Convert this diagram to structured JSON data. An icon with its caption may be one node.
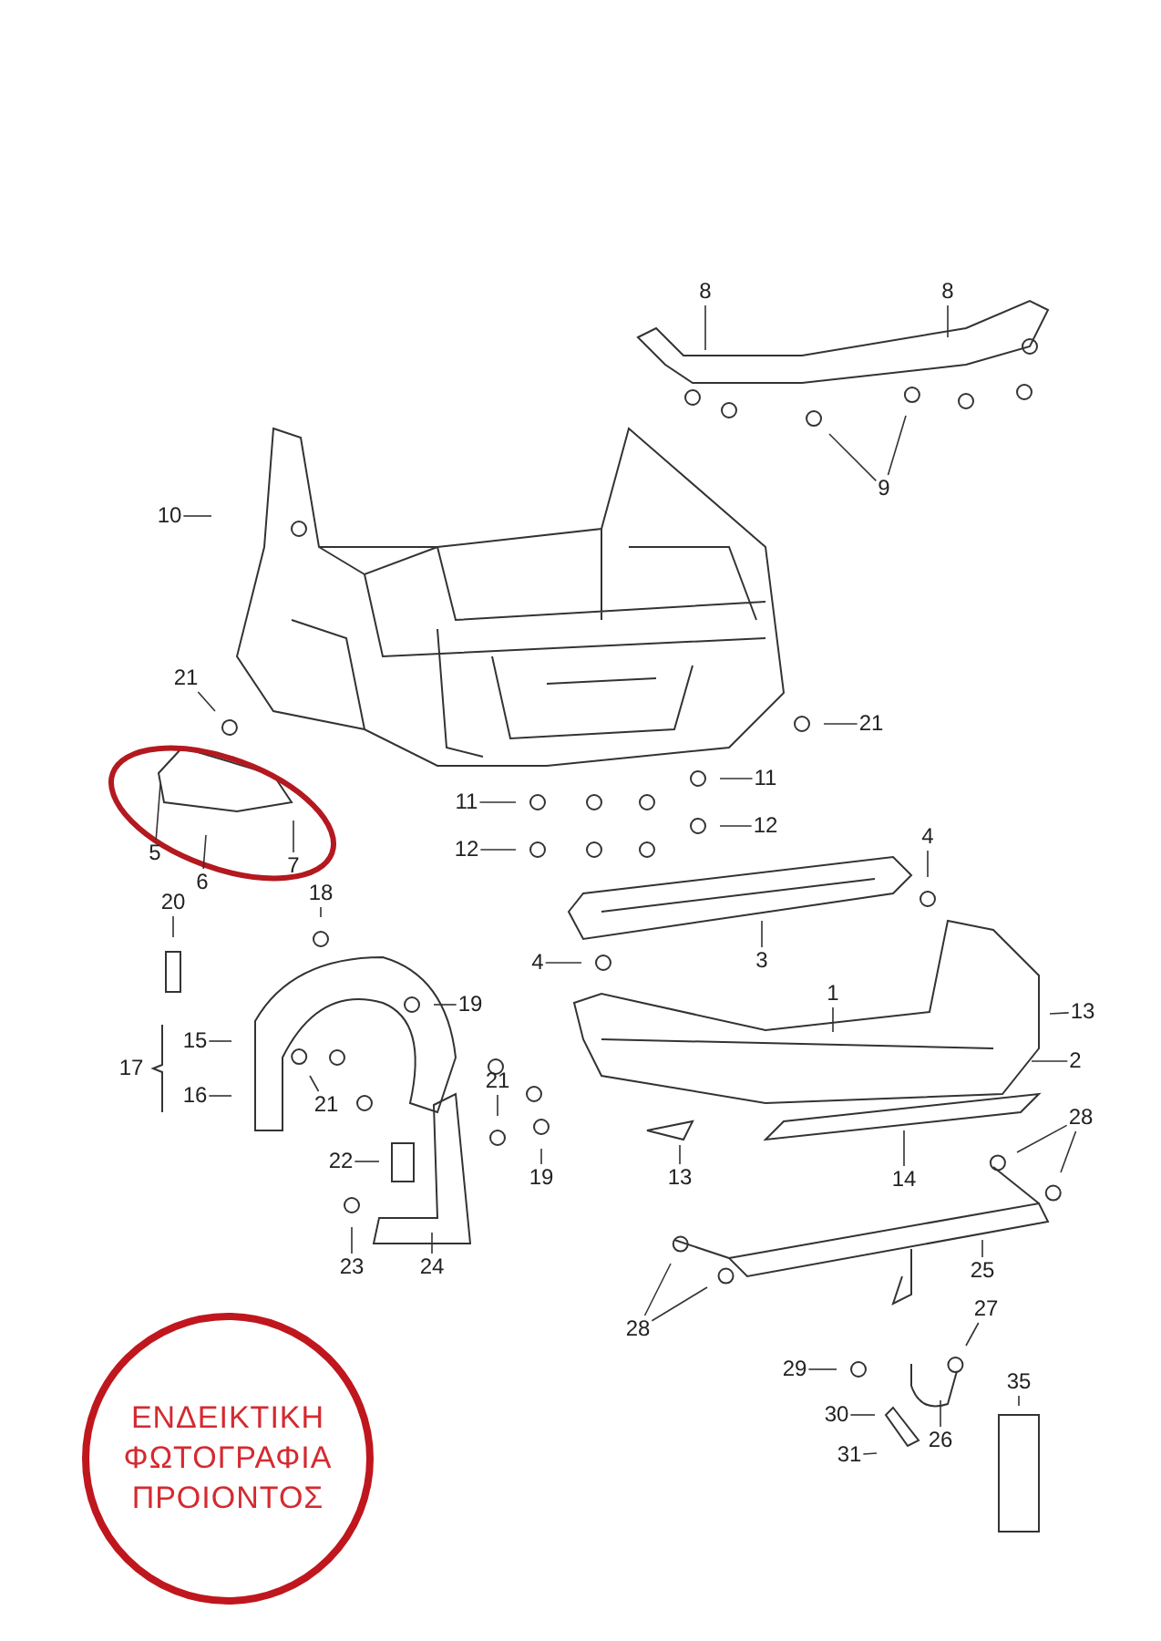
{
  "diagram": {
    "nodes": [
      {
        "text": [
          "8"
        ]
      },
      {
        "text": [
          "8"
        ]
      },
      {
        "text": [
          "9"
        ]
      },
      {
        "text": [
          "10"
        ]
      },
      {
        "text": [
          "21"
        ]
      },
      {
        "text": [
          "21"
        ]
      },
      {
        "text": [
          "11"
        ]
      },
      {
        "text": [
          "11"
        ]
      },
      {
        "text": [
          "12"
        ]
      },
      {
        "text": [
          "12"
        ]
      },
      {
        "text": [
          "4"
        ]
      },
      {
        "text": [
          "5"
        ]
      },
      {
        "text": [
          "6"
        ]
      },
      {
        "text": [
          "7"
        ]
      },
      {
        "text": [
          "18"
        ]
      },
      {
        "text": [
          "20"
        ]
      },
      {
        "text": [
          "4"
        ]
      },
      {
        "text": [
          "3"
        ]
      },
      {
        "text": [
          "1"
        ]
      },
      {
        "text": [
          "19"
        ]
      },
      {
        "text": [
          "13"
        ]
      },
      {
        "text": [
          "15"
        ]
      },
      {
        "text": [
          "2"
        ]
      },
      {
        "text": [
          "16"
        ]
      },
      {
        "text": [
          "21"
        ]
      },
      {
        "text": [
          "21"
        ]
      },
      {
        "text": [
          "28"
        ]
      },
      {
        "text": [
          "22"
        ]
      },
      {
        "text": [
          "13"
        ]
      },
      {
        "text": [
          "14"
        ]
      },
      {
        "text": [
          "19"
        ]
      },
      {
        "text": [
          "23"
        ]
      },
      {
        "text": [
          "24"
        ]
      },
      {
        "text": [
          "25"
        ]
      },
      {
        "text": [
          "28"
        ]
      },
      {
        "text": [
          "27"
        ]
      },
      {
        "text": [
          "29"
        ]
      },
      {
        "text": [
          "35"
        ]
      },
      {
        "text": [
          "30"
        ]
      },
      {
        "text": [
          "26"
        ]
      },
      {
        "text": [
          "31"
        ]
      },
      {
        "text": [
          "ΕΝΔΕΙΚΤΙΚΗ ΦΩΤΟΓΡΑΦΙΑ ΠΡΟΙΟΝΤΟΣ"
        ]
      }
    ],
    "edges": [
      {
        "from": 0,
        "to": null,
        "arrow": "none"
      },
      {
        "from": 1,
        "to": null,
        "arrow": "none"
      },
      {
        "from": 2,
        "to": null,
        "arrow": "none"
      },
      {
        "from": 2,
        "to": null,
        "arrow": "none"
      },
      {
        "from": 3,
        "to": null,
        "arrow": "none"
      },
      {
        "from": 4,
        "to": null,
        "arrow": "none"
      },
      {
        "from": 5,
        "to": null,
        "arrow": "none"
      },
      {
        "from": 6,
        "to": null,
        "arrow": "none"
      },
      {
        "from": 7,
        "to": null,
        "arrow": "none"
      },
      {
        "from": 8,
        "to": null,
        "arrow": "none"
      },
      {
        "from": 9,
        "to": null,
        "arrow": "none"
      },
      {
        "from": 10,
        "to": null,
        "arrow": "none"
      },
      {
        "from": 11,
        "to": null,
        "arrow": "none"
      },
      {
        "from": 12,
        "to": null,
        "arrow": "none"
      },
      {
        "from": 13,
        "to": null,
        "arrow": "none"
      },
      {
        "from": 14,
        "to": null,
        "arrow": "none"
      },
      {
        "from": 15,
        "to": null,
        "arrow": "none"
      },
      {
        "from": 16,
        "to": null,
        "arrow": "none"
      },
      {
        "from": 17,
        "to": null,
        "arrow": "none"
      },
      {
        "from": 18,
        "to": null,
        "arrow": "none"
      },
      {
        "from": 19,
        "to": null,
        "arrow": "none"
      },
      {
        "from": 20,
        "to": null,
        "arrow": "none"
      },
      {
        "from": 21,
        "to": null,
        "arrow": "none"
      },
      {
        "from": 22,
        "to": null,
        "arrow": "none"
      },
      {
        "from": 23,
        "to": null,
        "arrow": "none"
      },
      {
        "from": 24,
        "to": null,
        "arrow": "none"
      },
      {
        "from": 25,
        "to": null,
        "arrow": "none"
      },
      {
        "from": 26,
        "to": null,
        "arrow": "none"
      },
      {
        "from": 26,
        "to": null,
        "arrow": "none"
      },
      {
        "from": 27,
        "to": null,
        "arrow": "none"
      },
      {
        "from": 28,
        "to": null,
        "arrow": "none"
      },
      {
        "from": 29,
        "to": null,
        "arrow": "none"
      },
      {
        "from": 30,
        "to": null,
        "arrow": "none"
      },
      {
        "from": 31,
        "to": null,
        "arrow": "none"
      },
      {
        "from": 32,
        "to": null,
        "arrow": "none"
      },
      {
        "from": 33,
        "to": null,
        "arrow": "none"
      },
      {
        "from": 34,
        "to": null,
        "arrow": "none"
      },
      {
        "from": 34,
        "to": null,
        "arrow": "none"
      },
      {
        "from": 35,
        "to": null,
        "arrow": "none"
      },
      {
        "from": 36,
        "to": null,
        "arrow": "none"
      },
      {
        "from": 37,
        "to": null,
        "arrow": "none"
      },
      {
        "from": 38,
        "to": null,
        "arrow": "none"
      },
      {
        "from": 39,
        "to": null,
        "arrow": "none"
      },
      {
        "from": 40,
        "to": null,
        "arrow": "none"
      }
    ],
    "labels": [
      "17"
    ]
  }
}
